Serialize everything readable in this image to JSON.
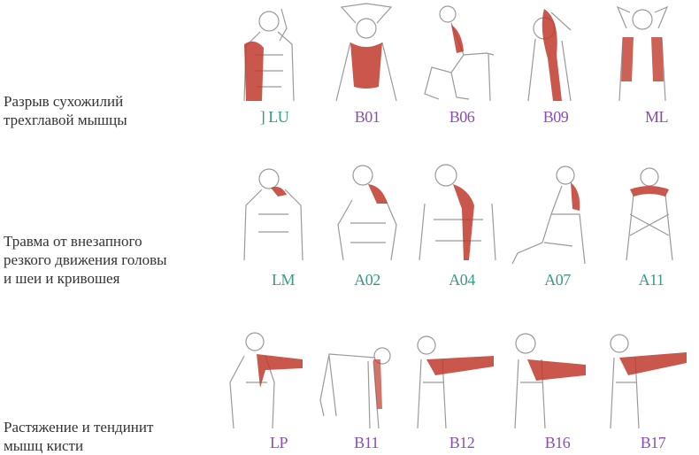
{
  "rows": [
    {
      "label": "Разрыв сухожилий\nтрехглавой мышцы",
      "codes": [
        "] LU",
        "B01",
        "B06",
        "B09",
        "ML"
      ]
    },
    {
      "label": "Травма от внезапного\nрезкого движения головы\nи шеи и кривошея",
      "codes": [
        "LM",
        "A02",
        "A04",
        "A07",
        "A11"
      ]
    },
    {
      "label": "Растяжение и тендинит\nмышц кисти",
      "codes": [
        "LP",
        "B11",
        "B12",
        "B16",
        "B17"
      ]
    }
  ],
  "colors": {
    "green_code": "#3a9a86",
    "purple_code": "#8a4fb0",
    "muscle": "#c0392b",
    "sketch": "#9a9a9a"
  }
}
